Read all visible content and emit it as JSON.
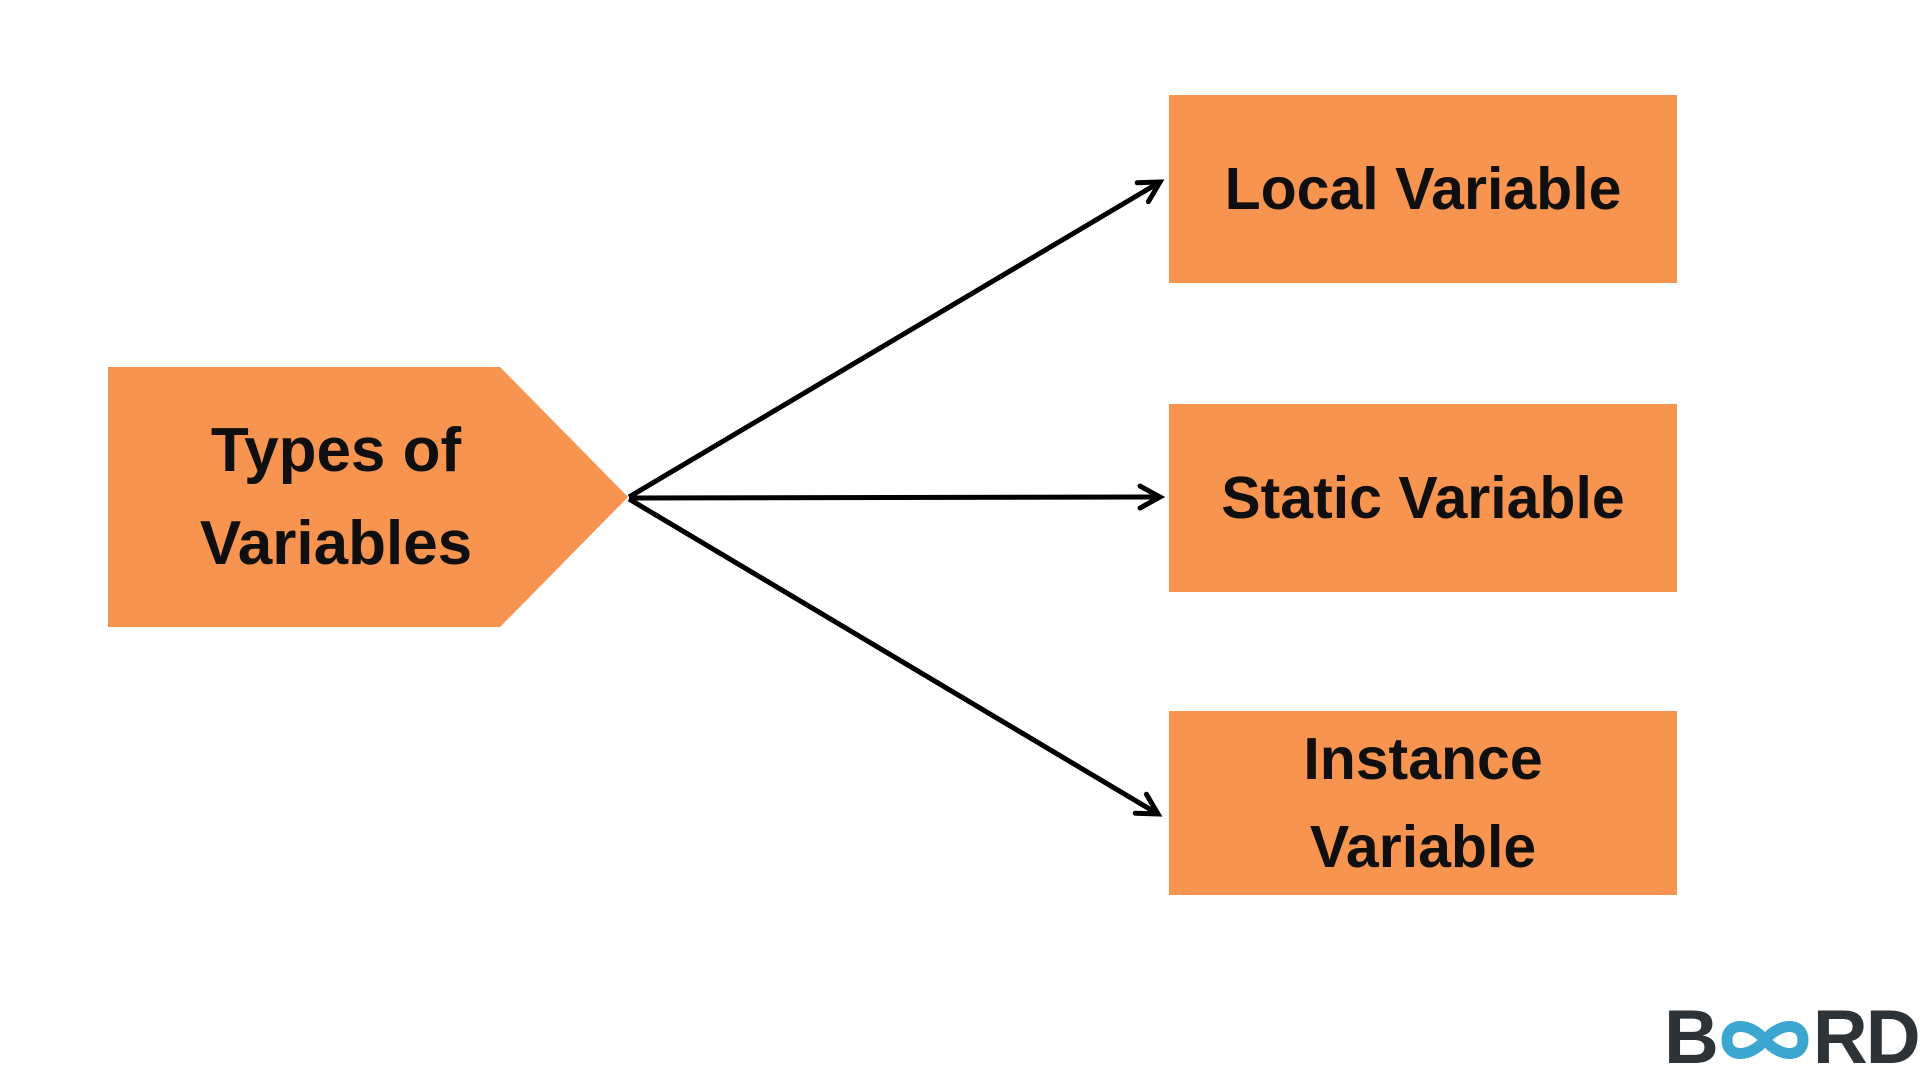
{
  "diagram": {
    "root": {
      "label": "Types of\nVariables"
    },
    "children": [
      {
        "id": "local",
        "label": "Local Variable"
      },
      {
        "id": "static",
        "label": "Static Variable"
      },
      {
        "id": "instance",
        "label": "Instance\nVariable"
      }
    ]
  },
  "logo": {
    "word": "BOARD",
    "prefix": "B",
    "suffix": "RD"
  },
  "colors": {
    "background": "#FFFFFF",
    "box_fill": "#F79450",
    "text": "#0F0F0F",
    "arrow": "#000000",
    "logo_dark": "#2E3338",
    "logo_blue": "#3BA6CF"
  }
}
